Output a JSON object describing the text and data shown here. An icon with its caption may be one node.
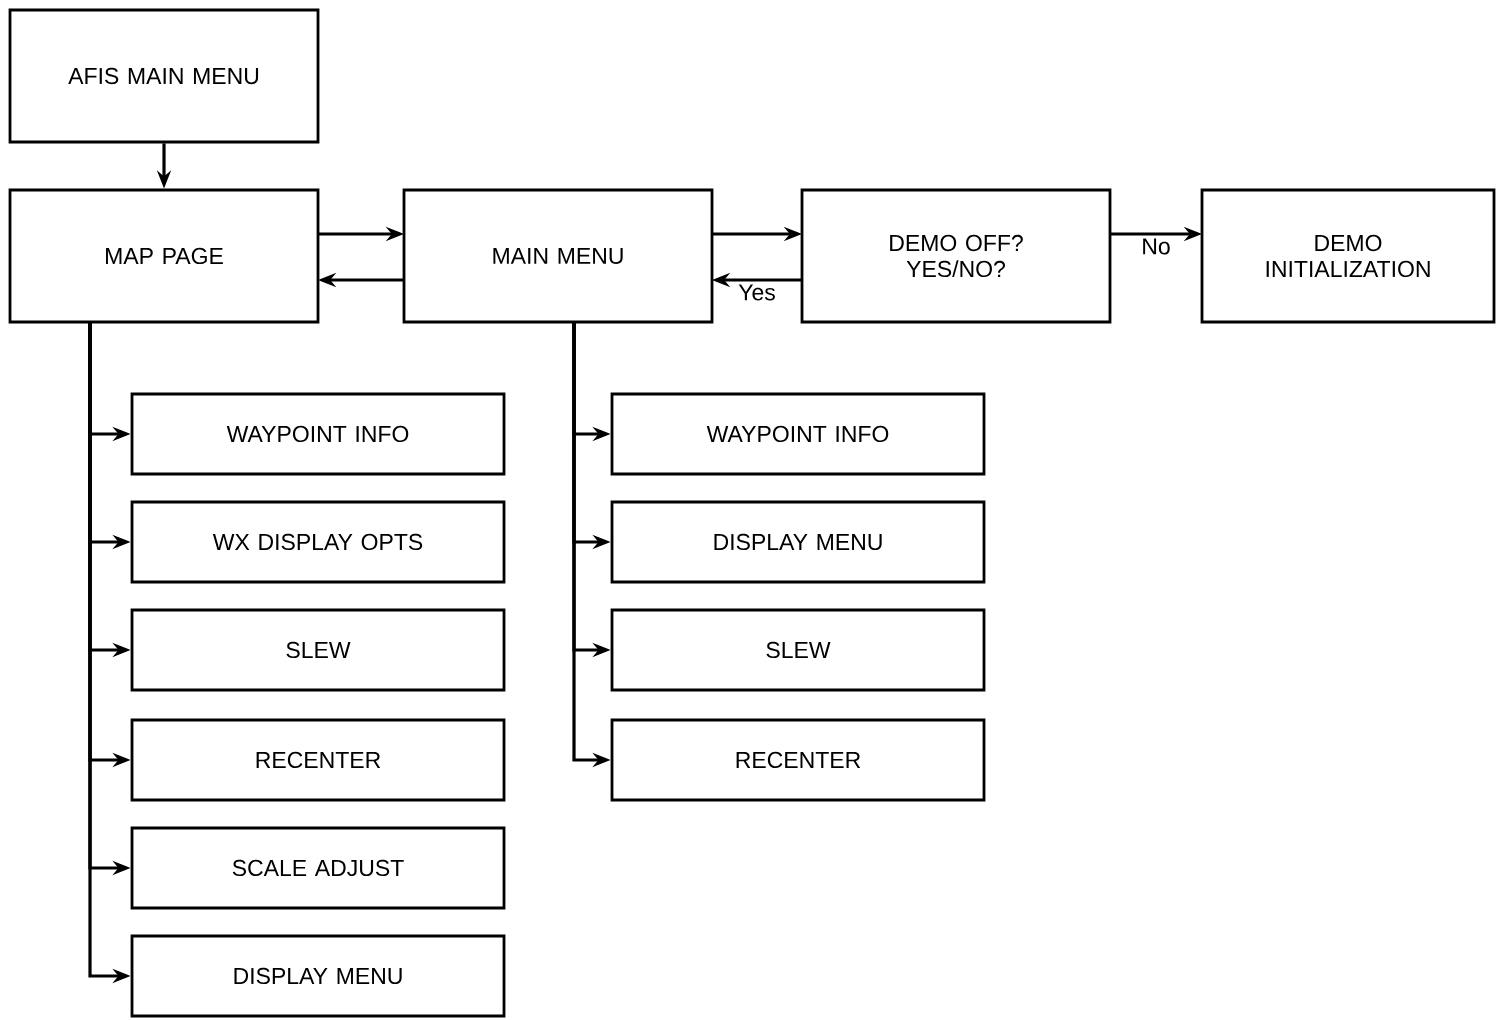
{
  "diagram": {
    "nodes": [
      {
        "text": [
          "AFIS MAIN MENU"
        ]
      },
      {
        "text": [
          "MAP PAGE"
        ]
      },
      {
        "text": [
          "MAIN MENU"
        ]
      },
      {
        "text": [
          "DEMO OFF? YES/NO?"
        ]
      },
      {
        "text": [
          "DEMO INITIALIZATION"
        ]
      },
      {
        "text": [
          "WAYPOINT INFO"
        ]
      },
      {
        "text": [
          "WX DISPLAY OPTS"
        ]
      },
      {
        "text": [
          "SLEW"
        ]
      },
      {
        "text": [
          "RECENTER"
        ]
      },
      {
        "text": [
          "SCALE ADJUST"
        ]
      },
      {
        "text": [
          "DISPLAY MENU"
        ]
      },
      {
        "text": [
          "WAYPOINT INFO"
        ]
      },
      {
        "text": [
          "DISPLAY MENU"
        ]
      },
      {
        "text": [
          "SLEW"
        ]
      },
      {
        "text": [
          "RECENTER"
        ]
      }
    ],
    "edges": [
      {
        "from": 0,
        "to": 1,
        "arrow": "to"
      },
      {
        "from": 1,
        "to": 2,
        "arrow": "to"
      },
      {
        "from": 2,
        "to": 1,
        "arrow": "to"
      },
      {
        "from": 2,
        "to": 3,
        "arrow": "to"
      },
      {
        "from": 3,
        "to": 2,
        "arrow": "to",
        "label": "Yes"
      },
      {
        "from": 3,
        "to": 4,
        "arrow": "to",
        "label": "No"
      },
      {
        "from": 1,
        "to": 5,
        "arrow": "to"
      },
      {
        "from": 1,
        "to": 6,
        "arrow": "to"
      },
      {
        "from": 1,
        "to": 7,
        "arrow": "to"
      },
      {
        "from": 1,
        "to": 8,
        "arrow": "to"
      },
      {
        "from": 1,
        "to": 9,
        "arrow": "to"
      },
      {
        "from": 1,
        "to": 10,
        "arrow": "to"
      },
      {
        "from": 2,
        "to": 11,
        "arrow": "to"
      },
      {
        "from": 2,
        "to": 12,
        "arrow": "to"
      },
      {
        "from": 2,
        "to": 13,
        "arrow": "to"
      },
      {
        "from": 2,
        "to": 14,
        "arrow": "to"
      }
    ]
  }
}
